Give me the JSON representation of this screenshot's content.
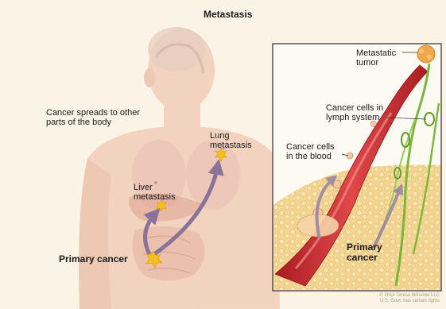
{
  "title": "Metastasis",
  "labels": {
    "spread": [
      "Cancer spreads to other",
      "parts of the body"
    ],
    "lung": [
      "Lung",
      "metastasis"
    ],
    "liver": [
      "Liver",
      "metastasis"
    ],
    "primary_body": "Primary cancer",
    "metastatic_tumor": [
      "Metastatic",
      "tumor"
    ],
    "lymph": [
      "Cancer cells in",
      "lymph system"
    ],
    "blood": [
      "Cancer cells",
      "in the blood"
    ],
    "primary_inset": [
      "Primary",
      "cancer"
    ]
  },
  "credit": [
    "© 2014 Terese Winslow LLC",
    "U.S. Govt. has certain rights"
  ],
  "colors": {
    "skin": "#f2d2bd",
    "background": "#fbf3e6",
    "arrow": "#8a7397",
    "star": "#f3c020",
    "vessel": "#c6282a",
    "lymph": "#7ab637",
    "tissue": "#f3d591"
  }
}
